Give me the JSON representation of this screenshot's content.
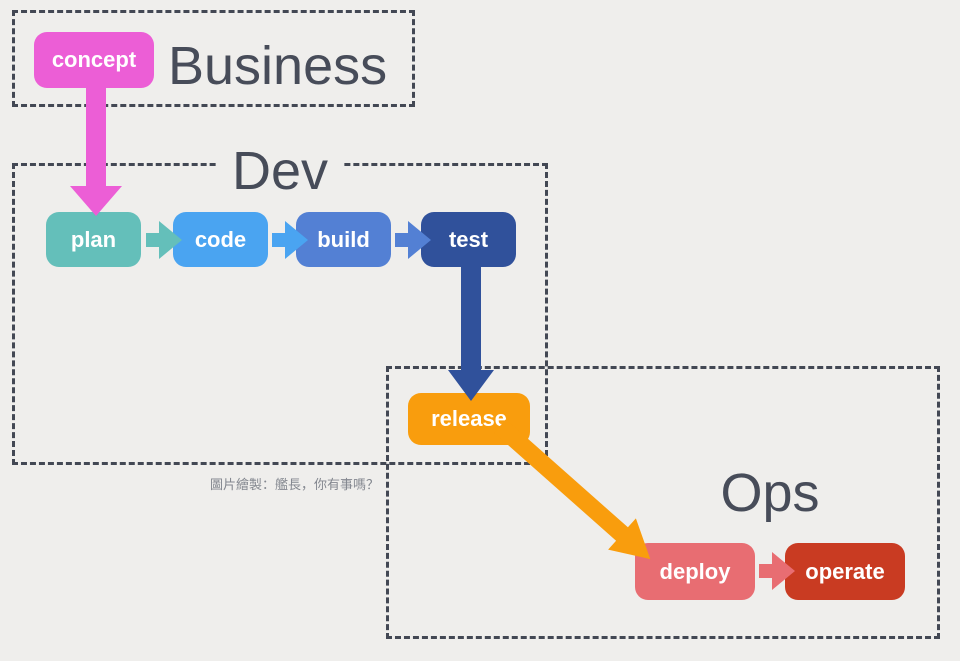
{
  "page": {
    "bg": "#efeeec",
    "dash_color": "#434854",
    "title_color": "#474c59"
  },
  "groups": [
    {
      "name": "business",
      "title": "Business"
    },
    {
      "name": "dev",
      "title": "Dev"
    },
    {
      "name": "ops",
      "title": "Ops"
    }
  ],
  "nodes": [
    {
      "name": "concept",
      "label": "concept",
      "color": "#ec5ed6"
    },
    {
      "name": "plan",
      "label": "plan",
      "color": "#64bfba"
    },
    {
      "name": "code",
      "label": "code",
      "color": "#4aa4f1"
    },
    {
      "name": "build",
      "label": "build",
      "color": "#5380d4"
    },
    {
      "name": "test",
      "label": "test",
      "color": "#30519b"
    },
    {
      "name": "release",
      "label": "release",
      "color": "#f99d0d"
    },
    {
      "name": "deploy",
      "label": "deploy",
      "color": "#e86d72"
    },
    {
      "name": "operate",
      "label": "operate",
      "color": "#c93b22"
    }
  ],
  "arrows": [
    {
      "from": "concept",
      "to": "plan",
      "color": "#ec5ed6"
    },
    {
      "from": "plan",
      "to": "code",
      "color": "#64bfba"
    },
    {
      "from": "code",
      "to": "build",
      "color": "#4aa4f1"
    },
    {
      "from": "build",
      "to": "test",
      "color": "#5380d4"
    },
    {
      "from": "test",
      "to": "release",
      "color": "#30519b"
    },
    {
      "from": "release",
      "to": "deploy",
      "color": "#f99d0d"
    },
    {
      "from": "deploy",
      "to": "operate",
      "color": "#e86d72"
    }
  ],
  "caption": {
    "text": "圖片繪製：艦長，你有事嗎？",
    "color": "#83878f"
  }
}
